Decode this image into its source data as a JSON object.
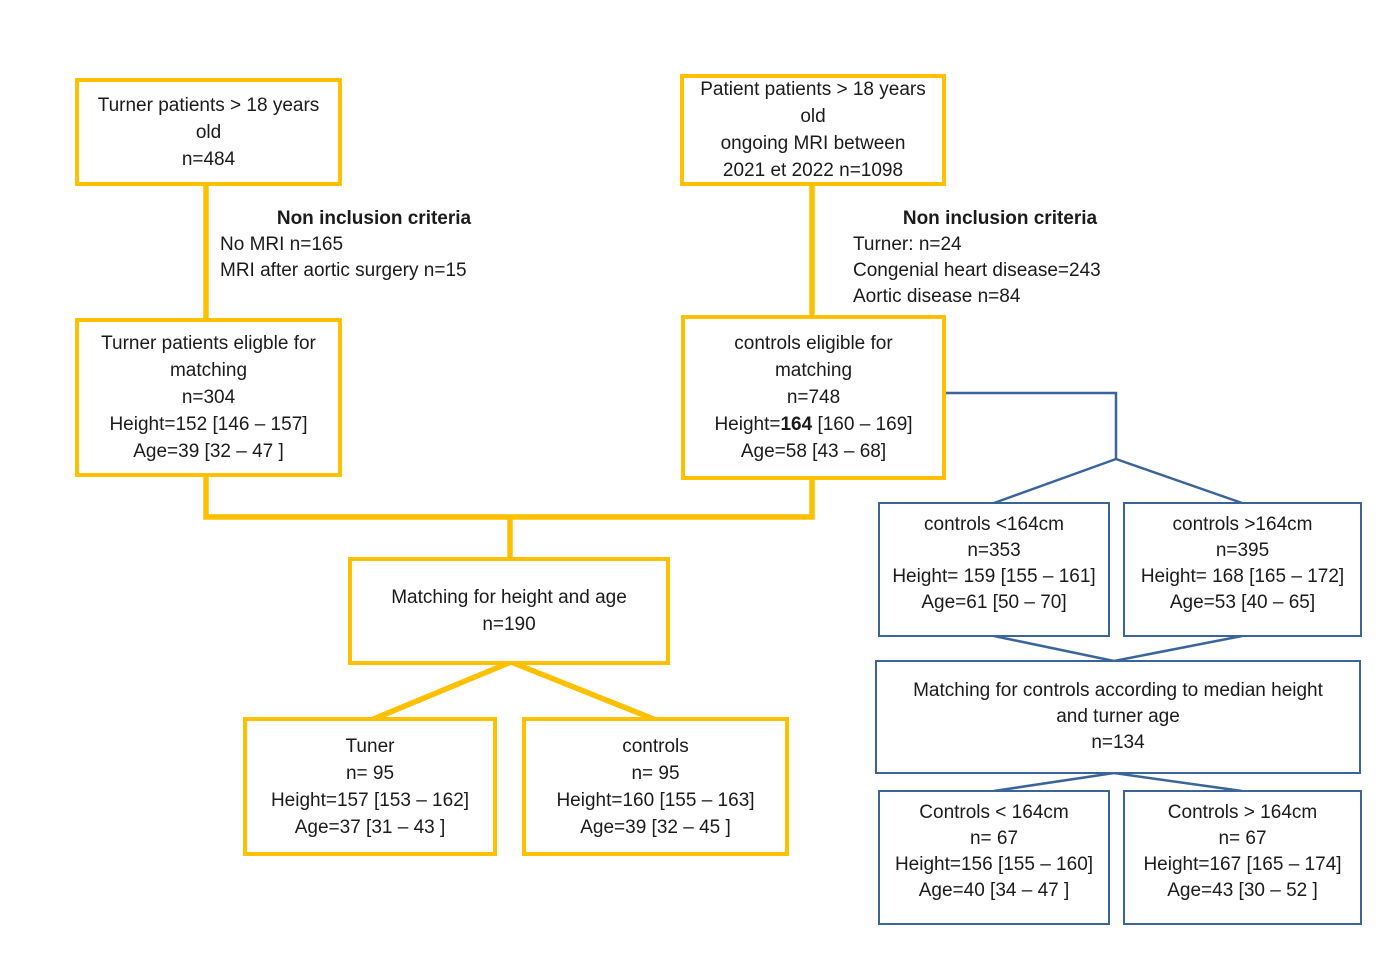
{
  "colors": {
    "yellow": "#FFC000",
    "blue": "#3B6598",
    "text": "#1b1b1b"
  },
  "criteria_left": {
    "title": "Non inclusion criteria",
    "items": [
      "No MRI n=165",
      "MRI after aortic surgery n=15"
    ]
  },
  "criteria_right": {
    "title": "Non inclusion criteria",
    "items": [
      "Turner: n=24",
      "Congenial heart disease=243",
      "Aortic disease n=84"
    ]
  },
  "boxes": {
    "turner_top": {
      "lines": [
        "Turner patients > 18 years",
        "old",
        "n=484"
      ]
    },
    "patient_top": {
      "lines": [
        "Patient patients > 18 years",
        "old",
        "ongoing MRI between",
        "2021 et 2022 n=1098"
      ]
    },
    "turner_mid": {
      "lines": [
        "Turner patients eligble for",
        "matching",
        "n=304",
        "Height=152 [146 – 157]",
        "Age=39 [32 – 47 ]"
      ]
    },
    "controls_mid": {
      "line1": "controls eligible for",
      "line2": "matching",
      "line3": "n=748",
      "height_prefix": "Height=",
      "height_value": "164",
      "height_suffix": " [160 – 169]",
      "line5": "Age=58 [43 – 68]"
    },
    "matching_main": {
      "lines": [
        "Matching for height and age",
        "n=190"
      ]
    },
    "tuner_final": {
      "lines": [
        "Tuner",
        "n= 95",
        "Height=157 [153 – 162]",
        "Age=37 [31 – 43 ]"
      ]
    },
    "controls_final": {
      "lines": [
        "controls",
        "n= 95",
        "Height=160 [155 – 163]",
        "Age=39 [32 – 45 ]"
      ]
    },
    "controls_lt164": {
      "lines": [
        "controls <164cm",
        "n=353",
        "Height= 159 [155 – 161]",
        "Age=61 [50 – 70]"
      ]
    },
    "controls_gt164": {
      "lines": [
        "controls >164cm",
        "n=395",
        "Height= 168 [165 – 172]",
        "Age=53 [40 – 65]"
      ]
    },
    "matching_controls": {
      "lines": [
        "Matching for controls according to median height",
        "and turner age",
        "n=134"
      ]
    },
    "controls_lt164_final": {
      "lines": [
        "Controls < 164cm",
        "n= 67",
        "Height=156 [155 – 160]",
        "Age=40 [34 – 47 ]"
      ]
    },
    "controls_gt164_final": {
      "lines": [
        "Controls > 164cm",
        "n= 67",
        "Height=167 [165 – 174]",
        "Age=43 [30 – 52 ]"
      ]
    }
  }
}
